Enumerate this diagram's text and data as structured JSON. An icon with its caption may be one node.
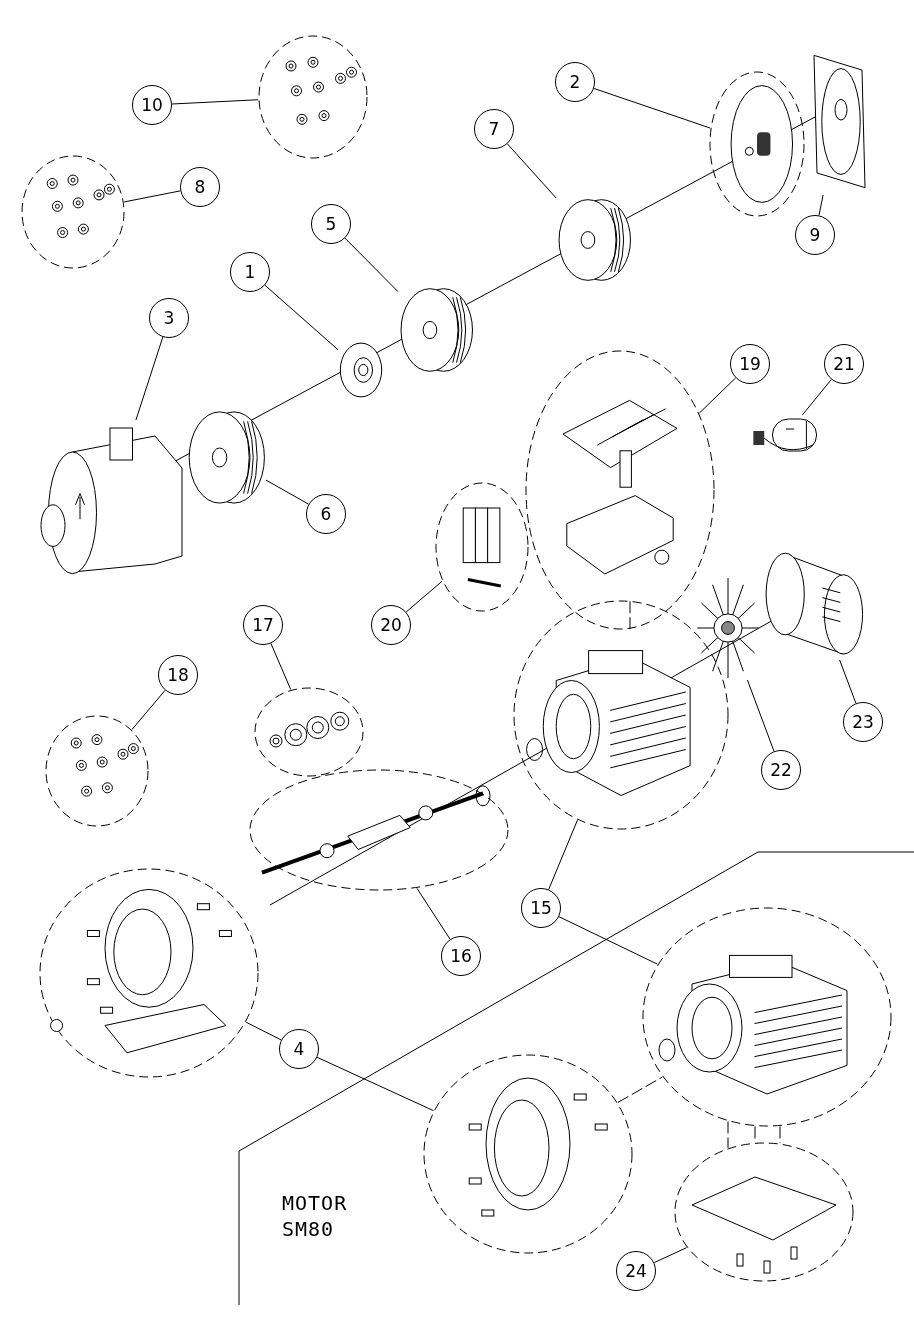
{
  "diagram": {
    "nodes": [
      {
        "text": [
          "10"
        ]
      },
      {
        "text": [],
        "shape": "ellipse"
      },
      {
        "text": [
          "2"
        ]
      },
      {
        "text": [],
        "shape": "ellipse"
      },
      {
        "text": [
          "7"
        ]
      },
      {
        "text": [],
        "shape": "picture"
      },
      {
        "text": [
          "8"
        ]
      },
      {
        "text": [],
        "shape": "ellipse"
      },
      {
        "text": [
          "9"
        ]
      },
      {
        "text": [],
        "shape": "picture"
      },
      {
        "text": [
          "5"
        ]
      },
      {
        "text": [],
        "shape": "picture"
      },
      {
        "text": [
          "1"
        ]
      },
      {
        "text": [],
        "shape": "picture"
      },
      {
        "text": [
          "3"
        ]
      },
      {
        "text": [],
        "shape": "picture"
      },
      {
        "text": [
          "19"
        ]
      },
      {
        "text": [],
        "shape": "ellipse"
      },
      {
        "text": [
          "21"
        ]
      },
      {
        "text": [],
        "shape": "cylinder"
      },
      {
        "text": [
          "6"
        ]
      },
      {
        "text": [],
        "shape": "picture"
      },
      {
        "text": [
          "20"
        ]
      },
      {
        "text": [],
        "shape": "ellipse"
      },
      {
        "text": [
          "17"
        ]
      },
      {
        "text": [],
        "shape": "ellipse"
      },
      {
        "text": [
          "18"
        ]
      },
      {
        "text": [],
        "shape": "ellipse"
      },
      {
        "text": [],
        "shape": "ellipse"
      },
      {
        "text": [],
        "shape": "picture"
      },
      {
        "text": [],
        "shape": "picture"
      },
      {
        "text": [
          "23"
        ]
      },
      {
        "text": [
          "22"
        ]
      },
      {
        "text": [],
        "shape": "ellipse"
      },
      {
        "text": [
          "15"
        ]
      },
      {
        "text": [
          "16"
        ]
      },
      {
        "text": [],
        "shape": "ellipse"
      },
      {
        "text": [
          "4"
        ]
      },
      {
        "text": [],
        "shape": "ellipse"
      },
      {
        "text": [],
        "shape": "ellipse"
      },
      {
        "text": [
          "24"
        ]
      },
      {
        "text": [],
        "shape": "ellipse"
      }
    ],
    "edges": [
      {
        "from": 0,
        "to": 1,
        "arrow": "none"
      },
      {
        "from": 2,
        "to": 3,
        "arrow": "none"
      },
      {
        "from": 4,
        "to": 5,
        "arrow": "none"
      },
      {
        "from": 6,
        "to": 7,
        "arrow": "none"
      },
      {
        "from": 8,
        "to": 9,
        "arrow": "none"
      },
      {
        "from": 10,
        "to": 11,
        "arrow": "none"
      },
      {
        "from": 12,
        "to": 13,
        "arrow": "none"
      },
      {
        "from": 14,
        "to": 15,
        "arrow": "none"
      },
      {
        "from": 16,
        "to": 17,
        "arrow": "none"
      },
      {
        "from": 18,
        "to": 19,
        "arrow": "none"
      },
      {
        "from": 20,
        "to": 21,
        "arrow": "none"
      },
      {
        "from": 22,
        "to": 23,
        "arrow": "none"
      },
      {
        "from": 24,
        "to": 25,
        "arrow": "none"
      },
      {
        "from": 26,
        "to": 27,
        "arrow": "none"
      },
      {
        "from": 34,
        "to": 28,
        "arrow": "none"
      },
      {
        "from": 32,
        "to": 29,
        "arrow": "none"
      },
      {
        "from": 31,
        "to": 30,
        "arrow": "none"
      },
      {
        "from": 35,
        "to": 33,
        "arrow": "none"
      },
      {
        "from": 34,
        "to": 38,
        "arrow": "none"
      },
      {
        "from": 37,
        "to": 36,
        "arrow": "none"
      },
      {
        "from": 37,
        "to": 39,
        "arrow": "none"
      },
      {
        "from": 40,
        "to": 41,
        "arrow": "none"
      },
      {
        "from": 17,
        "to": 28,
        "arrow": "none",
        "style": "dashed"
      },
      {
        "from": 38,
        "to": 41,
        "arrow": "none",
        "style": "dashed"
      },
      {
        "from": 38,
        "to": 41,
        "arrow": "none",
        "style": "dashed"
      },
      {
        "from": 38,
        "to": 41,
        "arrow": "none",
        "style": "dashed"
      },
      {
        "from": 39,
        "to": 38,
        "arrow": "none",
        "style": "dashed"
      }
    ],
    "labels": [
      "MOTOR SM80"
    ]
  }
}
